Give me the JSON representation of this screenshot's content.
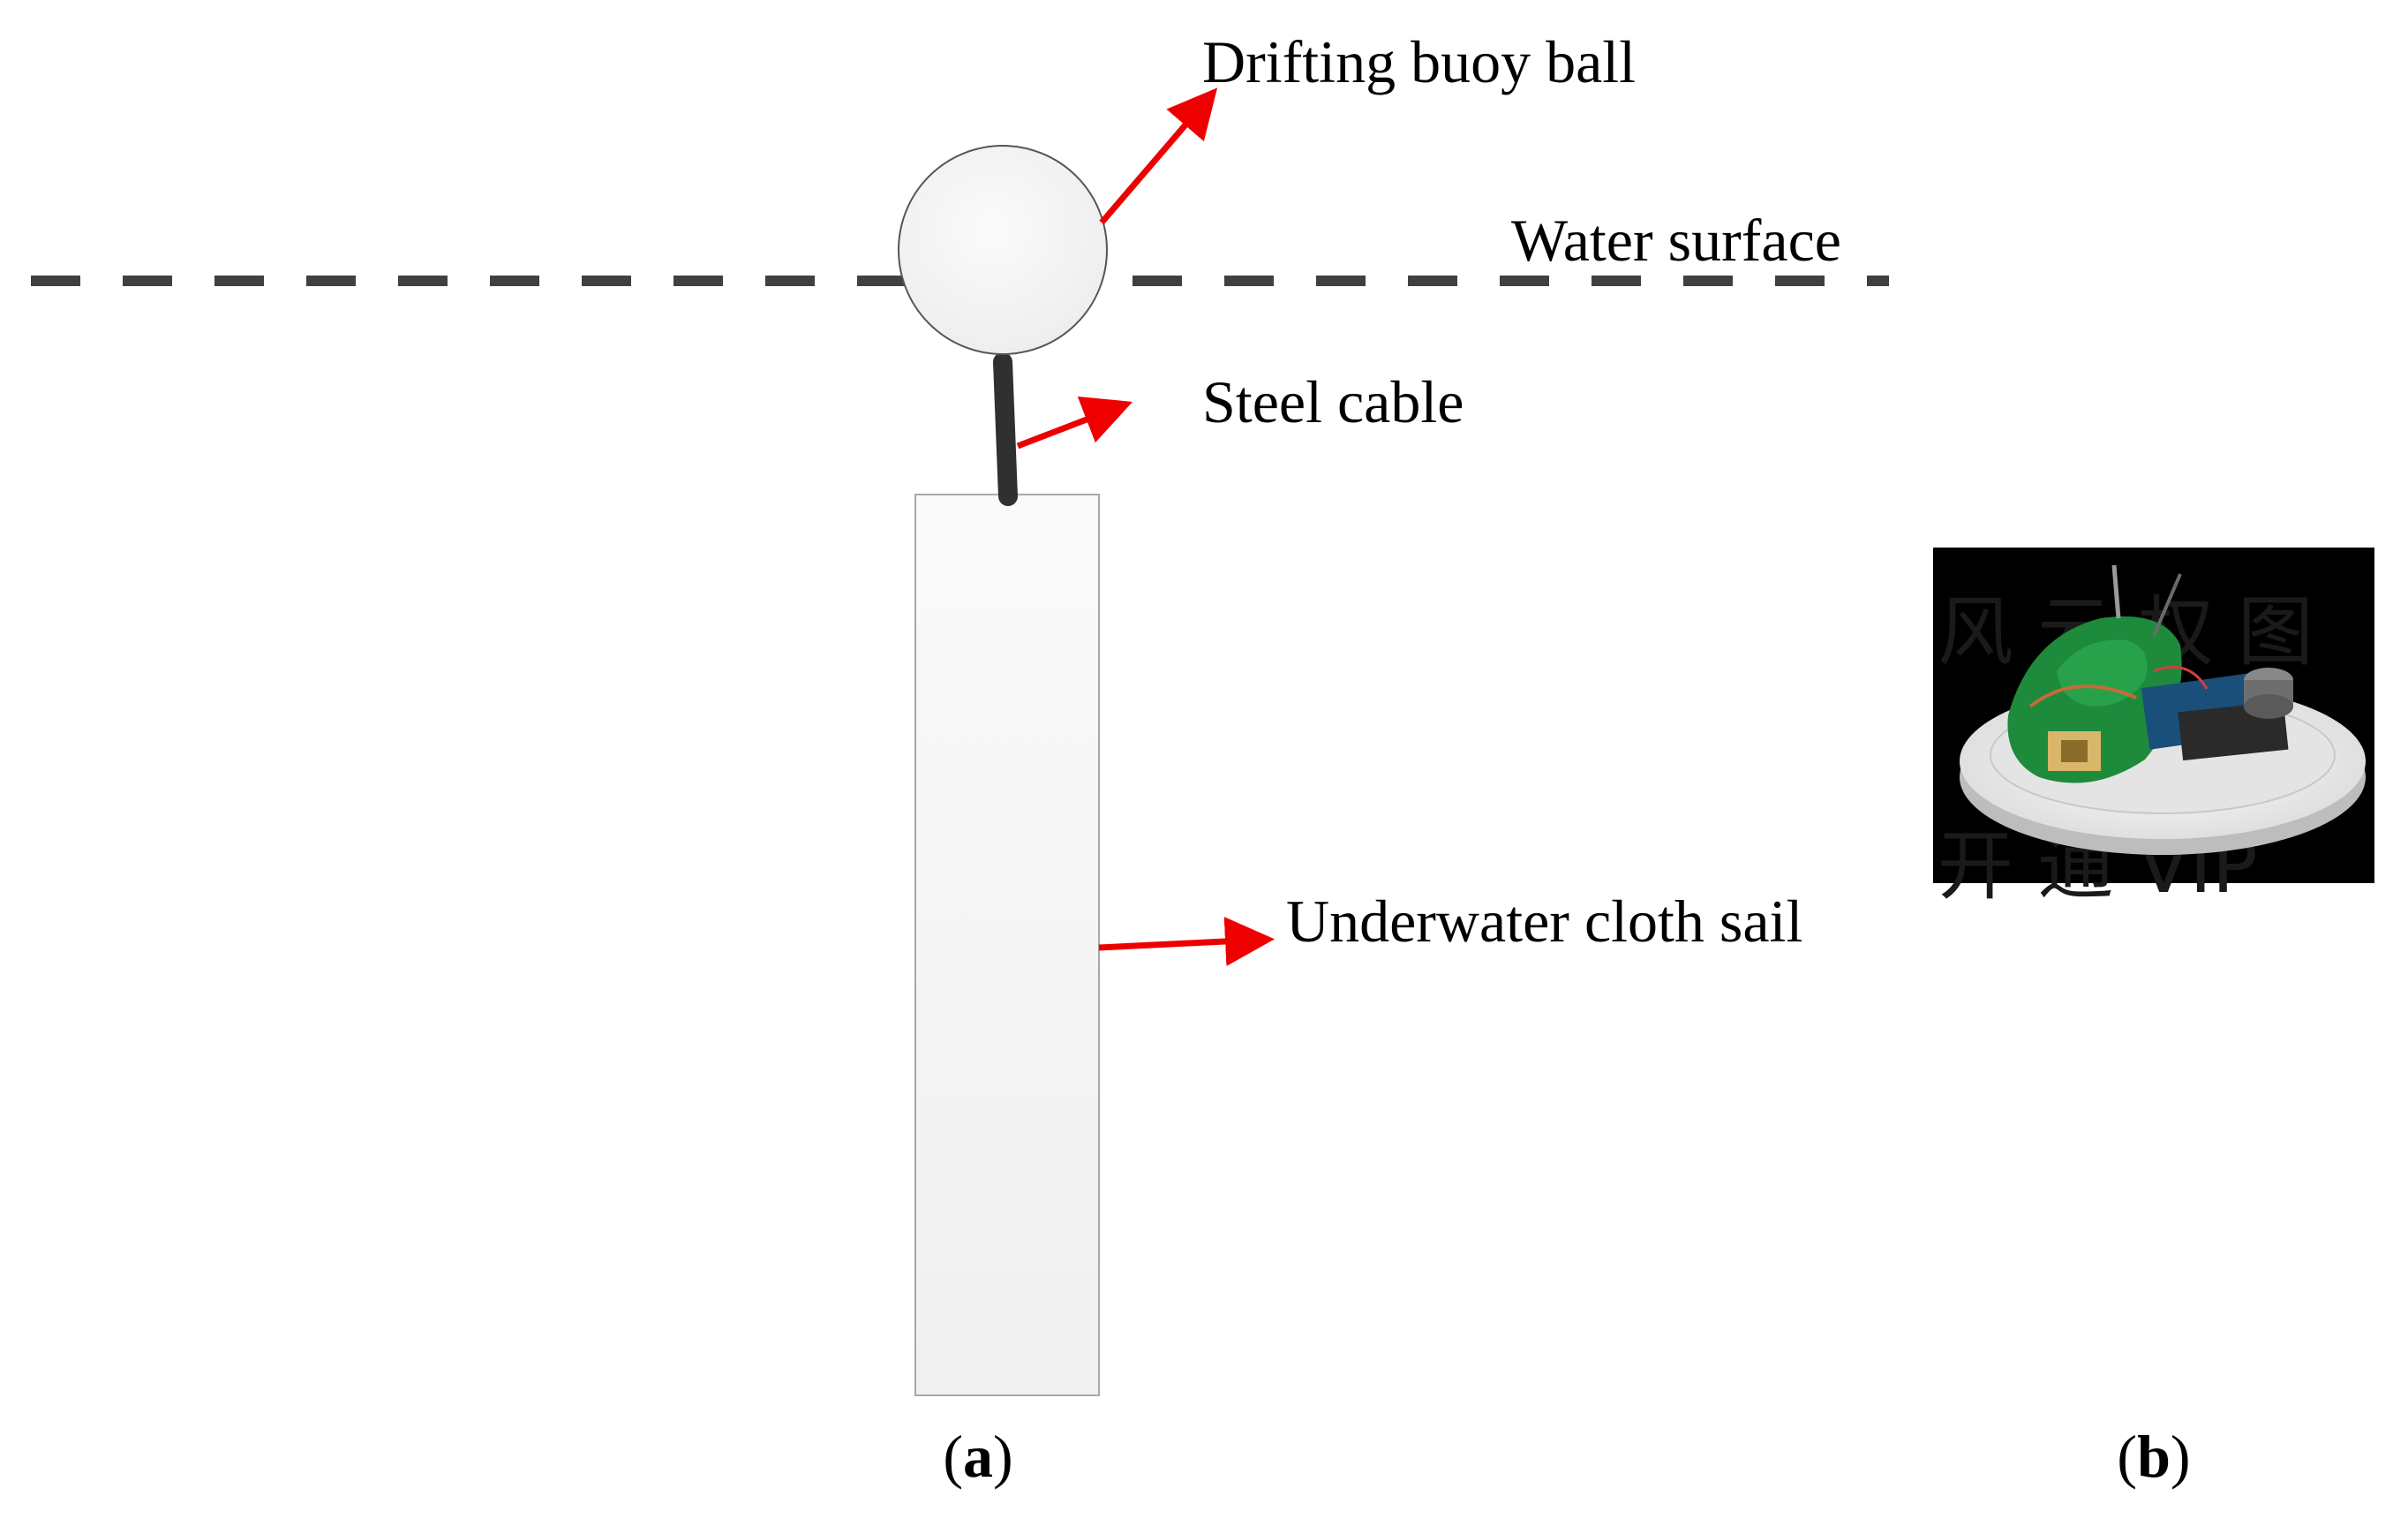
{
  "labels": {
    "buoy": "Drifting buoy ball",
    "water": "Water surface",
    "cable": "Steel cable",
    "sail": "Underwater cloth sail"
  },
  "panels": {
    "a": {
      "open": "(",
      "letter": "a",
      "close": ")"
    },
    "b": {
      "open": "(",
      "letter": "b",
      "close": ")"
    }
  },
  "photo": {
    "watermark_top": "风 云 权 图",
    "watermark_bottom": "开 通 VIP"
  },
  "colors": {
    "arrow": "#ee0000",
    "dash": "#404040",
    "cable": "#303030",
    "sail_fill": "#f3f3f3",
    "circuit_green": "#1e8a3c",
    "photo_bg": "#000000"
  }
}
